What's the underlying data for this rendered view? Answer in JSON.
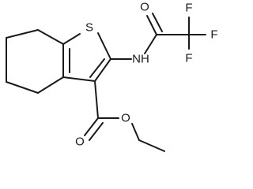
{
  "molecule": {
    "atoms": {
      "sulfur": "S",
      "nitrogen_h": "NH",
      "oxygen_amide": "O",
      "fluorine_top": "F",
      "fluorine_right": "F",
      "fluorine_bottom": "F",
      "oxygen_carbonyl": "O",
      "oxygen_ester": "O"
    }
  }
}
